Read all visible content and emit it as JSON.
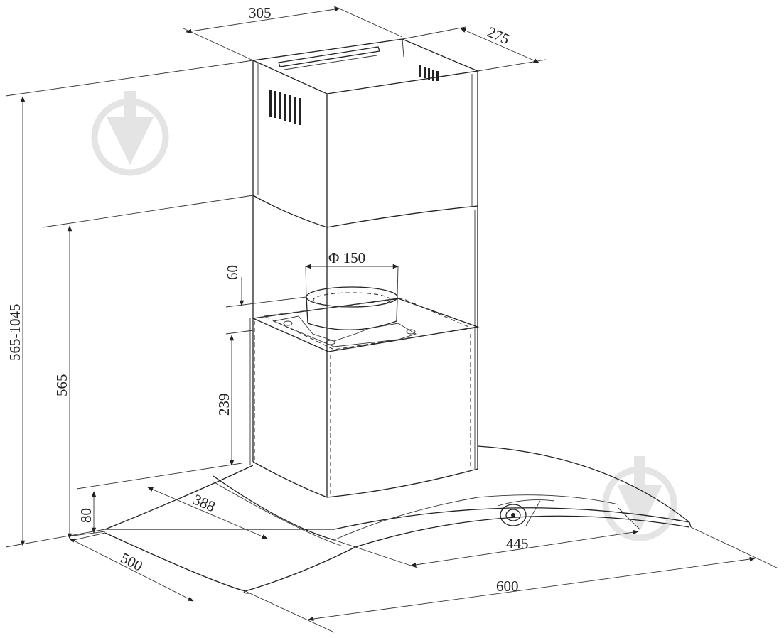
{
  "dimensions": {
    "chimney_width": "305",
    "chimney_depth": "275",
    "total_height": "565-1045",
    "hood_height": "565",
    "outlet_height": "60",
    "outlet_diameter": "Φ 150",
    "motor_height": "239",
    "canopy_height": "80",
    "canopy_front": "388",
    "canopy_depth": "500",
    "inner_width": "445",
    "total_width": "600"
  },
  "icons": {
    "watermark": "shield-download-icon"
  },
  "colors": {
    "line": "#222222",
    "watermark": "#e4e4e4",
    "background": "#ffffff"
  }
}
